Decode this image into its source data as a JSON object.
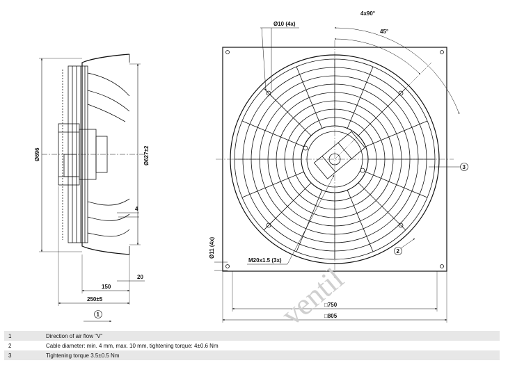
{
  "dimensions": {
    "side": {
      "dia_outer": "Ø696",
      "dia_inner": "Ø627±2",
      "gap": "4",
      "depth": "150",
      "flange": "20",
      "overall_depth": "250±5"
    },
    "front": {
      "hole_dia": "Ø10 (4x)",
      "angle_pattern": "4x90°",
      "angle_offset": "45°",
      "mount_hole": "Ø11 (4x)",
      "cable_gland": "M20x1.5 (3x)",
      "square_inner": "□750",
      "square_outer": "□805"
    }
  },
  "callouts": {
    "airflow": "1",
    "cable": "2",
    "torque": "3"
  },
  "watermark": "ventil",
  "notes": [
    {
      "num": "1",
      "text": "Direction of air flow \"V\""
    },
    {
      "num": "2",
      "text": "Cable diameter: min. 4 mm, max. 10 mm, tightening torque: 4±0.6 Nm"
    },
    {
      "num": "3",
      "text": "Tightening torque 3.5±0.5 Nm"
    }
  ],
  "colors": {
    "line": "#111111",
    "table_shade": "#e7e7e7",
    "watermark": "#cfcfcf"
  }
}
